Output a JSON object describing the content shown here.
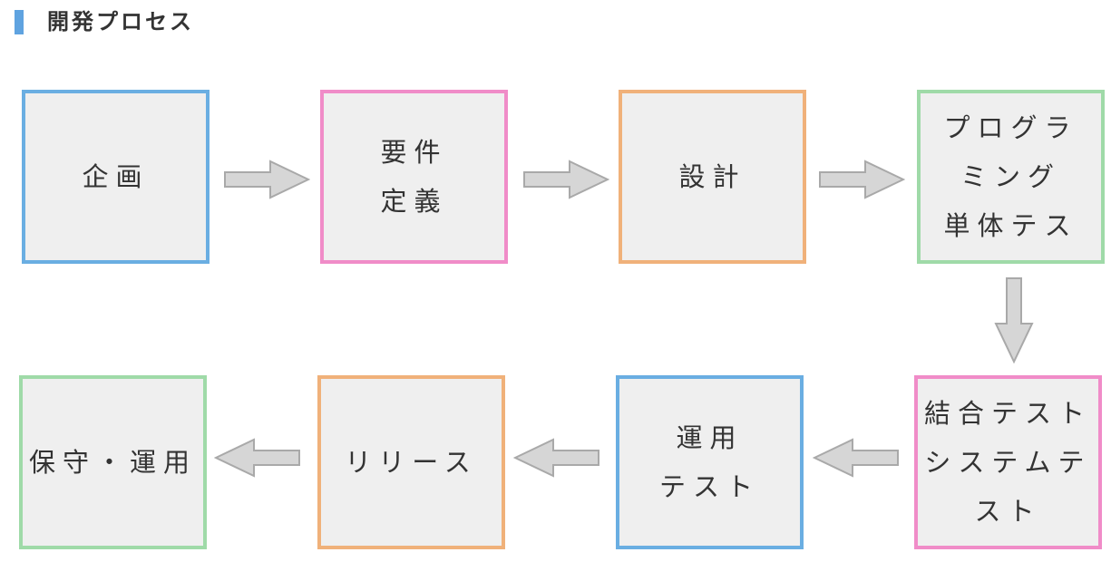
{
  "page": {
    "title": "開発プロセス"
  },
  "colors": {
    "title_bar": "#5fa3e0",
    "box_fill": "#efefef",
    "arrow_fill": "#d6d6d6",
    "arrow_stroke": "#a9a9a9",
    "blue": "#6aaee2",
    "pink": "#f08cc8",
    "orange": "#f0b17a",
    "green": "#9fdaa8"
  },
  "diagram": {
    "steps": [
      {
        "id": "step-planning",
        "label": "企画",
        "border": "blue"
      },
      {
        "id": "step-requirements",
        "label": "要件\n定義",
        "border": "pink"
      },
      {
        "id": "step-design",
        "label": "設計",
        "border": "orange"
      },
      {
        "id": "step-programming",
        "label": "プログラ\nミング\n単体テス",
        "border": "green"
      },
      {
        "id": "step-integration",
        "label": "結合テスト\nシステムテ\nスト",
        "border": "pink"
      },
      {
        "id": "step-operation-test",
        "label": "運用\nテスト",
        "border": "blue"
      },
      {
        "id": "step-release",
        "label": "リリース",
        "border": "orange"
      },
      {
        "id": "step-maintenance",
        "label": "保守・運用",
        "border": "green"
      }
    ],
    "arrows": [
      {
        "from": "step-planning",
        "to": "step-requirements",
        "direction": "right"
      },
      {
        "from": "step-requirements",
        "to": "step-design",
        "direction": "right"
      },
      {
        "from": "step-design",
        "to": "step-programming",
        "direction": "right"
      },
      {
        "from": "step-programming",
        "to": "step-integration",
        "direction": "down"
      },
      {
        "from": "step-integration",
        "to": "step-operation-test",
        "direction": "left"
      },
      {
        "from": "step-operation-test",
        "to": "step-release",
        "direction": "left"
      },
      {
        "from": "step-release",
        "to": "step-maintenance",
        "direction": "left"
      }
    ]
  }
}
